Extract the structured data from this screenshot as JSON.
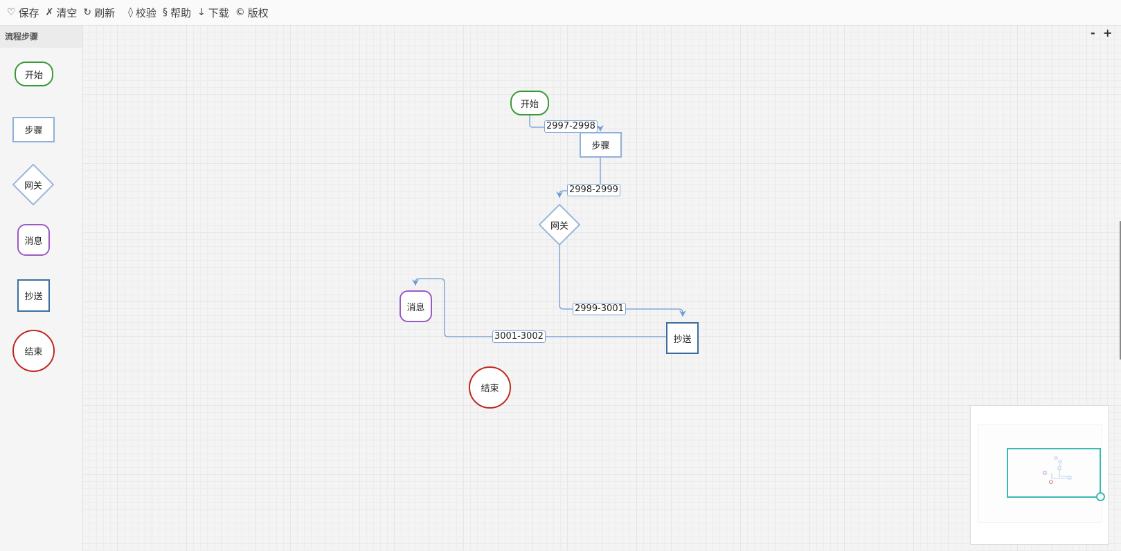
{
  "toolbar": {
    "save": {
      "glyph": "♡",
      "label": "保存",
      "icon": "heart-icon"
    },
    "clear": {
      "glyph": "✗",
      "label": "清空",
      "icon": "cross-icon"
    },
    "refresh": {
      "glyph": "↻",
      "label": "刷新",
      "icon": "refresh-icon"
    },
    "validate": {
      "glyph": "◊",
      "label": "校验",
      "icon": "diamond-icon"
    },
    "help": {
      "glyph": "§",
      "label": "帮助",
      "icon": "section-icon"
    },
    "download": {
      "glyph": "↓",
      "label": "下载",
      "icon": "download-arrow-icon"
    },
    "copyright": {
      "glyph": "©",
      "label": "版权",
      "icon": "copyright-icon"
    }
  },
  "palette": {
    "title": "流程步骤",
    "items": [
      "开始",
      "步骤",
      "网关",
      "消息",
      "抄送",
      "结束"
    ]
  },
  "diagram": {
    "nodes": {
      "start": "开始",
      "step": "步骤",
      "gateway": "网关",
      "message": "消息",
      "cc": "抄送",
      "end": "结束"
    },
    "edges": [
      "2997-2998",
      "2998-2999",
      "2999-3001",
      "3001-3002"
    ]
  },
  "zoom": {
    "out": "-",
    "in": "+"
  },
  "colors": {
    "start": "#3a9a3a",
    "step": "#8fb0da",
    "gateway": "#9bb5dc",
    "message": "#9b59c6",
    "cc": "#3b6ea0",
    "end": "#c0271f",
    "edge": "#6f9ad6",
    "minimap_viewport": "#3bbab3"
  }
}
